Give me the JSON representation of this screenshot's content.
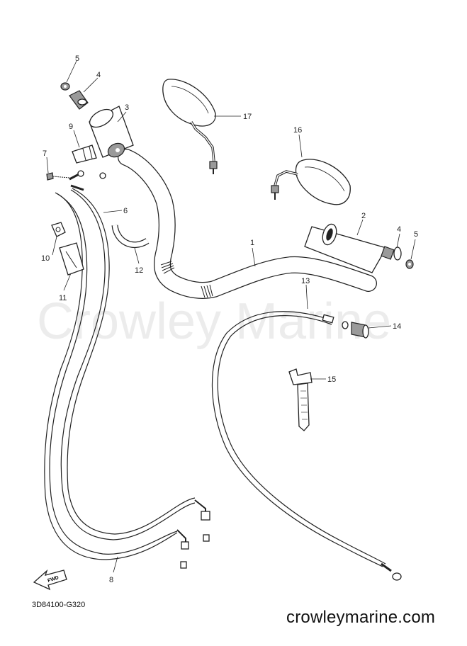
{
  "watermark": "Crowley Marine",
  "drawing_code": "3D84100-G320",
  "brand_url": "crowleymarine.com",
  "fwd_arrow": "FWD",
  "callouts": {
    "n1": "1",
    "n2": "2",
    "n3": "3",
    "n4a": "4",
    "n4b": "4",
    "n5a": "5",
    "n5b": "5",
    "n6": "6",
    "n7": "7",
    "n8": "8",
    "n9": "9",
    "n10": "10",
    "n11": "11",
    "n12": "12",
    "n13": "13",
    "n14": "14",
    "n15": "15",
    "n16": "16",
    "n17": "17"
  }
}
